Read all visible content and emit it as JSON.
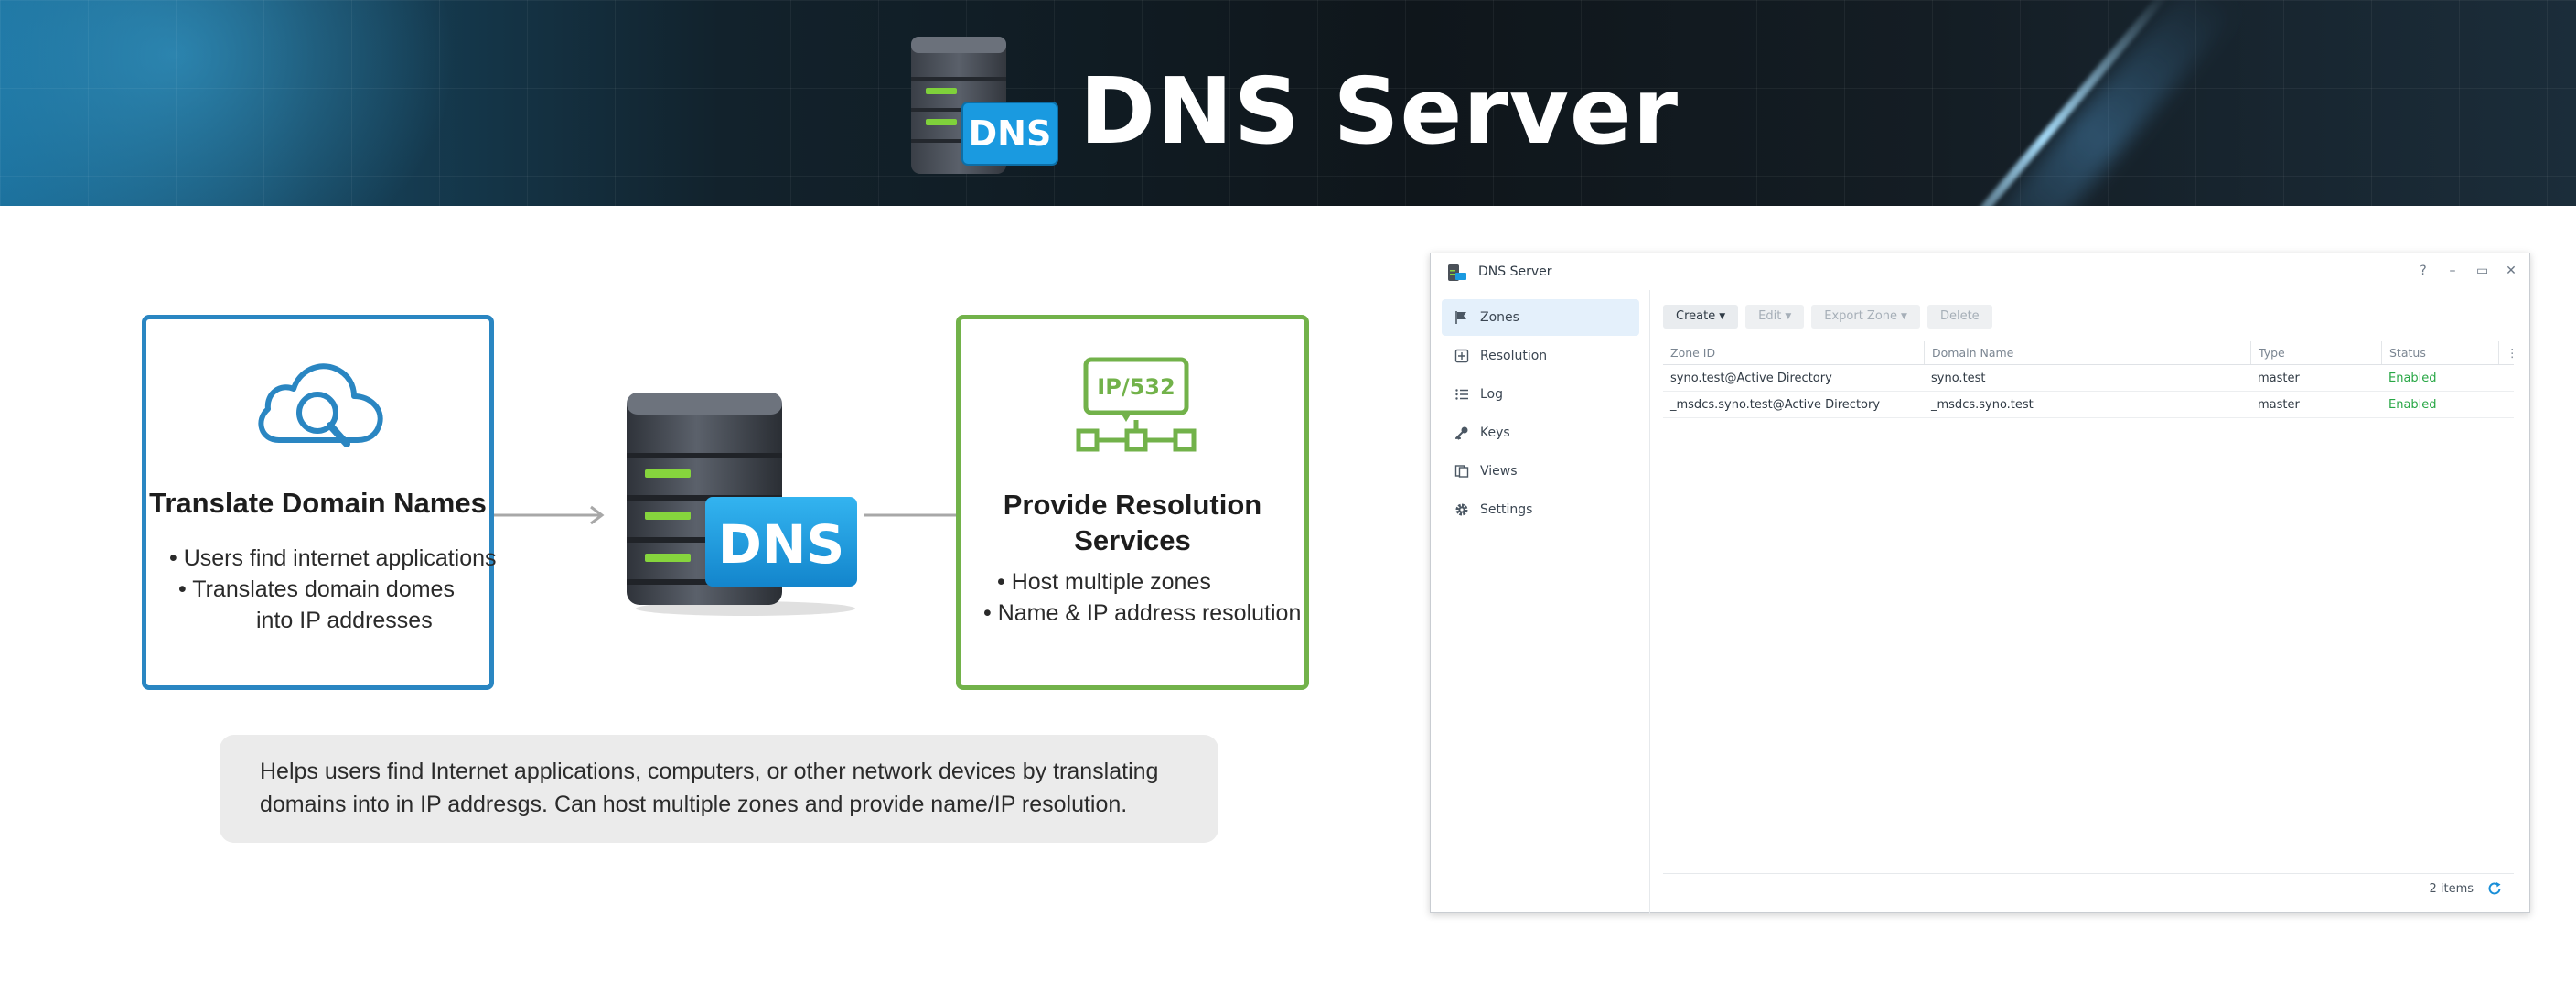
{
  "banner": {
    "title": "DNS Server",
    "logo_badge": "DNS",
    "logo_icon": "server-dns-icon"
  },
  "infographic": {
    "left_card": {
      "icon": "cloud-search-icon",
      "title": "Translate Domain Names",
      "bullets": [
        "• Users find internet applications",
        "• Translates domain domes",
        "into IP addresses"
      ]
    },
    "center": {
      "icon": "dns-server-icon",
      "badge": "DNS"
    },
    "right_card": {
      "icon": "ip-network-icon",
      "icon_text": "IP/532",
      "title": "Provide Resolution Services",
      "bullets": [
        "• Host multiple zones",
        "• Name & IP address resolution"
      ]
    },
    "caption": "Helps users find Internet applications, computers, or other network devices by translating domains into in IP addresgs. Can host multiple zones and provide name/IP resolution."
  },
  "window": {
    "title": "DNS Server",
    "controls": [
      "?",
      "–",
      "▭",
      "✕"
    ],
    "sidebar": [
      {
        "label": "Zones",
        "icon": "flag-icon",
        "active": true
      },
      {
        "label": "Resolution",
        "icon": "resolution-icon",
        "active": false
      },
      {
        "label": "Log",
        "icon": "list-icon",
        "active": false
      },
      {
        "label": "Keys",
        "icon": "key-icon",
        "active": false
      },
      {
        "label": "Views",
        "icon": "views-icon",
        "active": false
      },
      {
        "label": "Settings",
        "icon": "gear-icon",
        "active": false
      }
    ],
    "toolbar": {
      "create": "Create",
      "edit": "Edit",
      "export_zone": "Export Zone",
      "delete": "Delete"
    },
    "table": {
      "columns": [
        "Zone ID",
        "Domain Name",
        "Type",
        "Status"
      ],
      "rows": [
        {
          "zone_id": "syno.test@Active Directory",
          "domain": "syno.test",
          "type": "master",
          "status": "Enabled"
        },
        {
          "zone_id": "_msdcs.syno.test@Active Directory",
          "domain": "_msdcs.syno.test",
          "type": "master",
          "status": "Enabled"
        }
      ]
    },
    "footer": {
      "count": "2 items"
    }
  },
  "colors": {
    "left_card_border": "#2a86c2",
    "right_card_border": "#72b24a",
    "dns_badge": "#1a9ae0",
    "status_enabled": "#28a745",
    "sidebar_active": "#e4f0fb"
  }
}
